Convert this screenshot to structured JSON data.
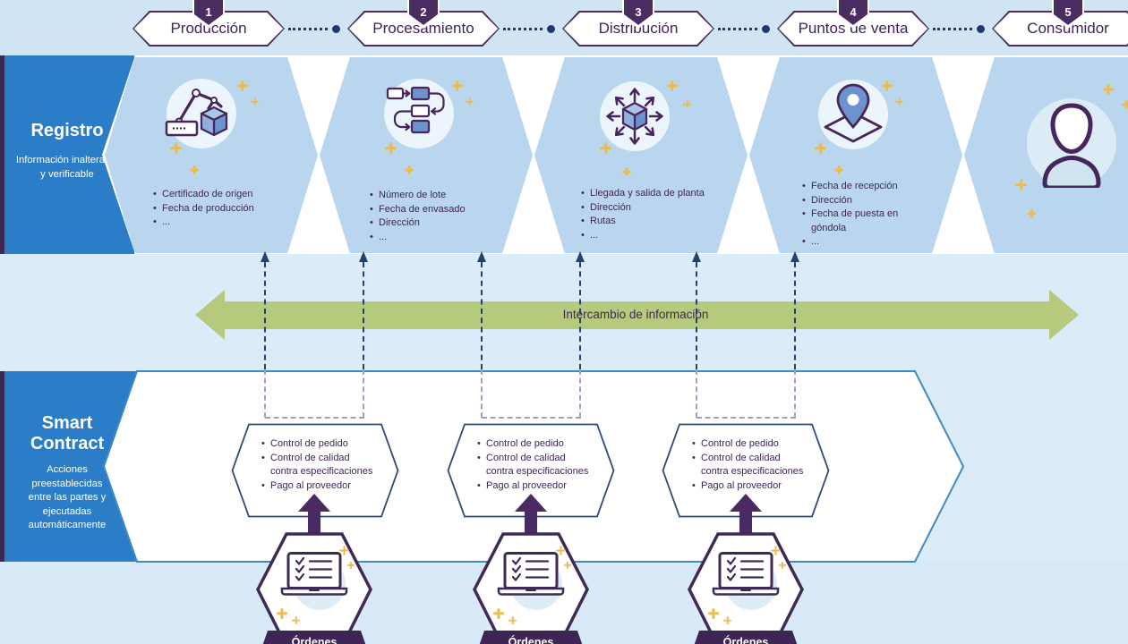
{
  "stages": [
    {
      "number": "1",
      "label": "Producción"
    },
    {
      "number": "2",
      "label": "Procesamiento"
    },
    {
      "number": "3",
      "label": "Distribución"
    },
    {
      "number": "4",
      "label": "Puntos de venta"
    },
    {
      "number": "5",
      "label": "Consumidor"
    }
  ],
  "registro": {
    "title": "Registro",
    "subtitle": "Información inalterable y verificable",
    "cells": [
      {
        "icon": "robot-arm-icon",
        "items": [
          "Certificado de origen",
          "Fecha de producción",
          "..."
        ]
      },
      {
        "icon": "process-flow-icon",
        "items": [
          "Número de lote",
          "Fecha de envasado",
          "Dirección",
          "..."
        ]
      },
      {
        "icon": "distribution-cube-icon",
        "items": [
          "Llegada y salida de planta",
          "Dirección",
          "Rutas",
          "..."
        ]
      },
      {
        "icon": "map-pin-icon",
        "items": [
          "Fecha de recepción",
          "Dirección",
          "Fecha de puesta en góndola",
          "..."
        ]
      },
      {
        "icon": "consumer-person-icon",
        "items": []
      }
    ]
  },
  "exchange": {
    "label": "Intercambio de información"
  },
  "smart_contract": {
    "title": "Smart Contract",
    "subtitle": "Acciones preestablecidas entre las partes y ejecutadas automáticamente",
    "cells": [
      {
        "items": [
          "Control de pedido",
          "Control de calidad contra especificaciones",
          "Pago al proveedor"
        ]
      },
      {
        "items": [
          "Control de pedido",
          "Control de calidad contra especificaciones",
          "Pago al proveedor"
        ]
      },
      {
        "items": [
          "Control de pedido",
          "Control de calidad contra especificaciones",
          "Pago al proveedor"
        ]
      }
    ],
    "ribbon_label": "Órdenes"
  },
  "colors": {
    "sidebar_blue": "#2b7dc8",
    "stripe_purple": "#3c2a55",
    "hex_fill": "#b9d6ee",
    "deep_purple": "#46265c",
    "text_purple": "#3f2558",
    "navy": "#24406d",
    "green_arrow": "#b5ca7c",
    "sparkle_yellow": "#ecbc4d",
    "ribbon_purple": "#3f2556",
    "icon_blue": "#6d93cf"
  }
}
